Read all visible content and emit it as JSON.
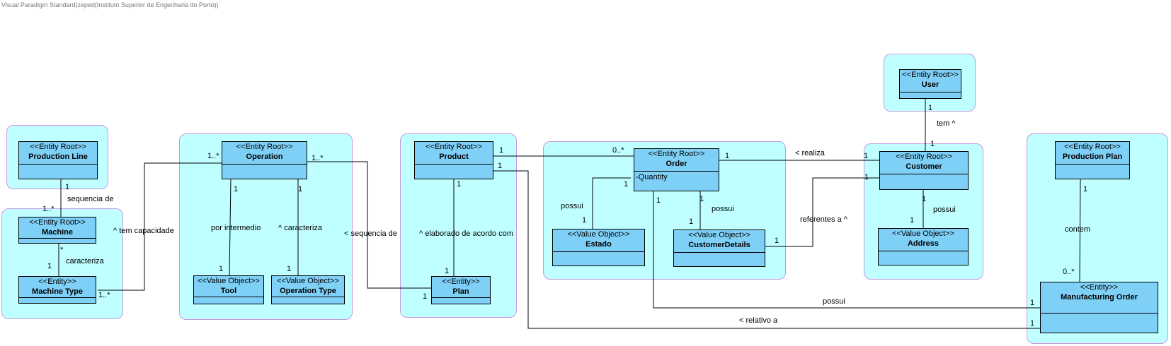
{
  "watermark": "Visual Paradigm Standard(zeped(Instituto Superior de Engenharia do Porto))",
  "classes": {
    "production_line": {
      "stereotype": "<<Entity Root>>",
      "name": "Production Line"
    },
    "machine": {
      "stereotype": "<<Entity Root>>",
      "name": "Machine"
    },
    "machine_type": {
      "stereotype": "<<Entity>>",
      "name": "Machine Type"
    },
    "operation": {
      "stereotype": "<<Entity Root>>",
      "name": "Operation"
    },
    "tool": {
      "stereotype": "<<Value Object>>",
      "name": "Tool"
    },
    "operation_type": {
      "stereotype": "<<Value Object>>",
      "name": "Operation Type"
    },
    "product": {
      "stereotype": "<<Entity Root>>",
      "name": "Product"
    },
    "plan": {
      "stereotype": "<<Entity>>",
      "name": "Plan"
    },
    "order": {
      "stereotype": "<<Entity Root>>",
      "name": "Order",
      "attributes": [
        "-Quantity"
      ]
    },
    "estado": {
      "stereotype": "<<Value Object>>",
      "name": "Estado"
    },
    "customer_details": {
      "stereotype": "<<Value Object>>",
      "name": "CustomerDetails"
    },
    "user": {
      "stereotype": "<<Entity Root>>",
      "name": "User"
    },
    "customer": {
      "stereotype": "<<Entity Root>>",
      "name": "Customer"
    },
    "address": {
      "stereotype": "<<Value Object>>",
      "name": "Address"
    },
    "production_plan": {
      "stereotype": "<<Entity Root>>",
      "name": "Production Plan"
    },
    "manufacturing_order": {
      "stereotype": "<<Entity>>",
      "name": "Manufacturing Order"
    }
  },
  "associations": {
    "sequencia_de_1": "sequencia de",
    "caracteriza_1": "caracteriza",
    "tem_capacidade": "^ tem capacidade",
    "por_intermedio": "por intermedio",
    "caracteriza_2": "^ caracteriza",
    "sequencia_de_2": "< sequencia de",
    "elaborado": "^ elaborado de acordo com",
    "possui_estado": "possui",
    "possui_details": "possui",
    "realiza": "< realiza",
    "referentes": "referentes a ^",
    "tem": "tem ^",
    "possui_address": "possui",
    "contem": "contem",
    "possui_mo": "possui",
    "relativo": "< relativo a"
  },
  "multiplicities": {
    "pl_machine_top": "1",
    "pl_machine_bottom": "1..*",
    "machine_mt_star": "*",
    "machine_mt_one": "1",
    "mt_op": "1..*",
    "op_mt": "1..*",
    "op_left_seq": "1..*",
    "op_tool_top": "1",
    "op_tool_bottom": "1",
    "op_ot_top": "1",
    "op_ot_bottom": "1",
    "plan_seq": "1",
    "product_order": "1",
    "order_product": "0..*",
    "product_mo": "1",
    "product_plan_top": "1",
    "product_plan_bottom": "1",
    "order_estado_top": "1",
    "order_estado_bottom": "1",
    "order_cd_top": "1",
    "order_cd_bottom": "1",
    "order_customer": "1",
    "customer_order": "1",
    "customer_cd": "1",
    "cd_customer": "1",
    "user_customer_top": "1",
    "user_customer_bottom": "1",
    "customer_address_top": "1",
    "customer_address_bottom": "1",
    "pp_mo_top": "1",
    "pp_mo_bottom": "0..*",
    "order_mo_top": "1",
    "order_mo_right": "1",
    "product_mo_right": "1"
  }
}
